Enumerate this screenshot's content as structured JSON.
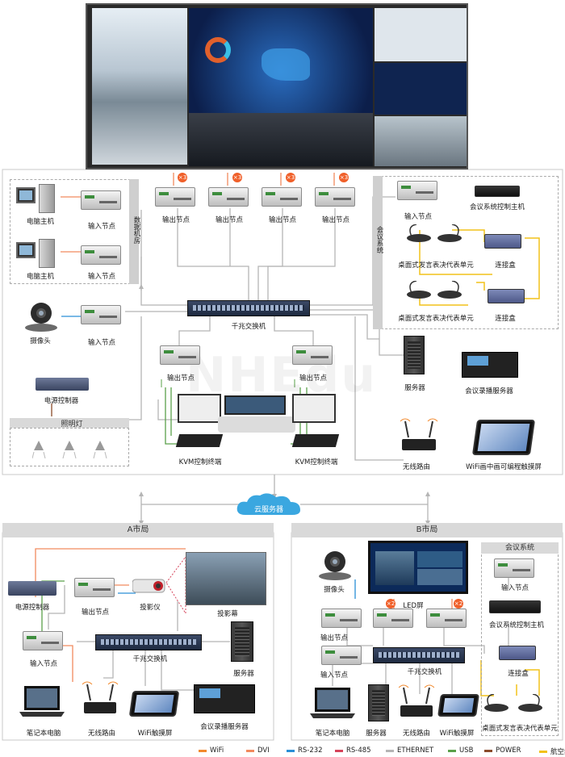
{
  "labels": {
    "pc_host_1": "电脑主机",
    "input_node_1": "输入节点",
    "pc_host_2": "电脑主机",
    "input_node_2": "输入节点",
    "data_room": "数据机房",
    "camera_top": "摄像头",
    "input_node_3": "输入节点",
    "output_node_1": "输出节点",
    "output_node_2": "输出节点",
    "output_node_3": "输出节点",
    "output_node_4": "输出节点",
    "conference_system": "会议系统",
    "input_node_conf": "输入节点",
    "conf_control_host": "会议系统控制主机",
    "desktop_mic_1": "桌面式发言表决代表单元",
    "junction_box_1": "连接盒",
    "desktop_mic_2": "桌面式发言表决代表单元",
    "junction_box_2": "连接盒",
    "gigabit_switch": "千兆交换机",
    "output_node_kvm_1": "输出节点",
    "output_node_kvm_2": "输出节点",
    "server_top": "服务器",
    "conf_record_server": "会议录播服务器",
    "power_controller": "电源控制器",
    "lighting": "照明灯",
    "kvm_terminal_1": "KVM控制终端",
    "kvm_terminal_2": "KVM控制终端",
    "wireless_router": "无线路由",
    "wifi_touchscreen": "WiFi画中画可编程触摸屏",
    "cloud_server": "云服务器"
  },
  "city_a": {
    "title": "A市局",
    "power_controller": "电源控制器",
    "output_node": "输出节点",
    "projector": "投影仪",
    "projection_screen": "投影幕",
    "input_node": "输入节点",
    "gigabit_switch": "千兆交换机",
    "server": "服务器",
    "laptop": "笔记本电脑",
    "wireless_router": "无线路由",
    "wifi_touchscreen": "WiFi触摸屏",
    "conf_record_server": "会议录播服务器"
  },
  "city_b": {
    "title": "B市局",
    "camera": "摄像头",
    "led_screen": "LED屏",
    "conference_system": "会议系统",
    "input_node_conf": "输入节点",
    "output_node": "输出节点",
    "conf_control_host": "会议系统控制主机",
    "input_node": "输入节点",
    "gigabit_switch": "千兆交换机",
    "junction_box": "连接盒",
    "laptop": "笔记本电脑",
    "server": "服务器",
    "wireless_router": "无线路由",
    "wifi_touchscreen": "WiFi触摸屏",
    "desktop_mic": "桌面式发言表决代表单元"
  },
  "badges": {
    "x3": "×3",
    "x2": "×2"
  },
  "legend": [
    {
      "label": "WiFi",
      "color": "#f28a2e"
    },
    {
      "label": "DVI",
      "color": "#f28a5e"
    },
    {
      "label": "RS-232",
      "color": "#2a8fd6"
    },
    {
      "label": "RS-485",
      "color": "#d6435a"
    },
    {
      "label": "ETHERNET",
      "color": "#b5b5b5"
    },
    {
      "label": "USB",
      "color": "#5aa04a"
    },
    {
      "label": "POWER",
      "color": "#8a4a2a"
    },
    {
      "label": "航空线",
      "color": "#f2c21a"
    }
  ],
  "colors": {
    "ethernet": "#b5b5b5",
    "dvi": "#f28a5e",
    "rs232": "#2a8fd6",
    "usb": "#5aa04a",
    "power": "#8a4a2a",
    "aviation": "#f2c21a",
    "panel_gray": "#d9d9d9"
  }
}
